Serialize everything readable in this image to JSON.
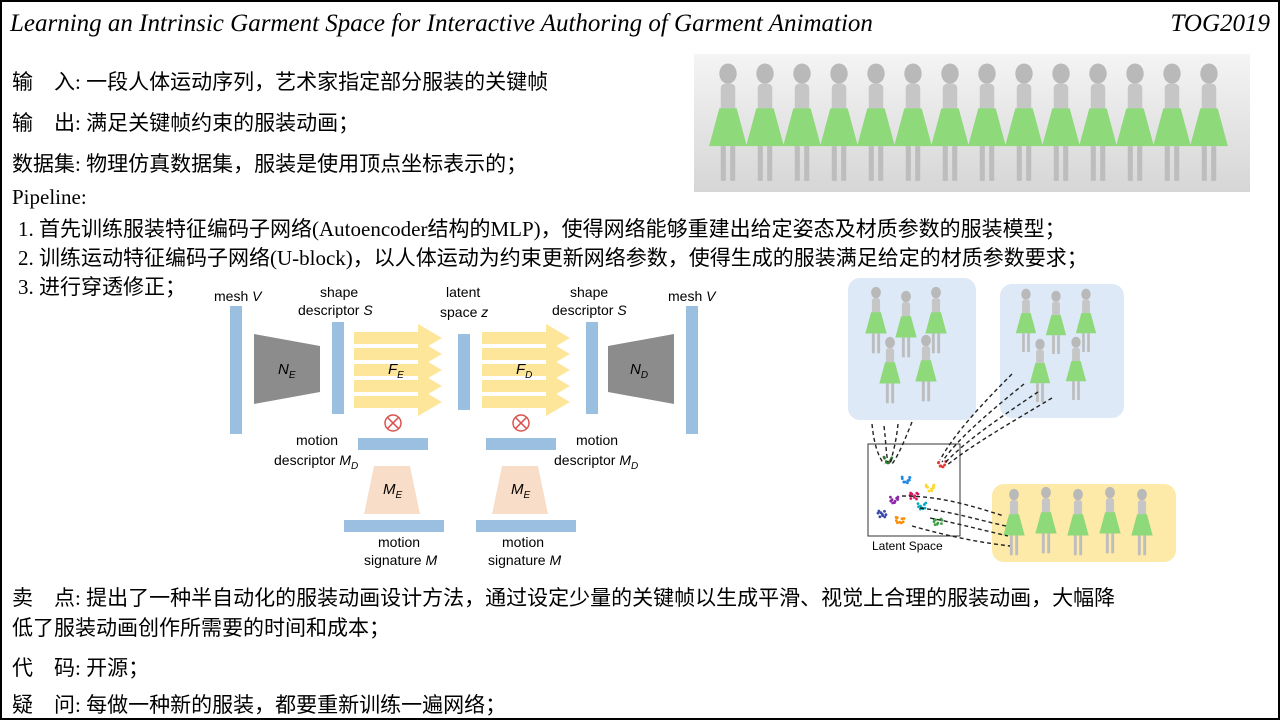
{
  "header": {
    "title": "Learning an Intrinsic Garment Space for Interactive Authoring of Garment Animation",
    "venue": "TOG2019"
  },
  "info": {
    "input_label": "输　入:",
    "input_text": "一段人体运动序列，艺术家指定部分服装的关键帧",
    "output_label": "输　出:",
    "output_text": "满足关键帧约束的服装动画；",
    "dataset_label": "数据集:",
    "dataset_text": "物理仿真数据集，服装是使用顶点坐标表示的；"
  },
  "pipeline": {
    "heading": "Pipeline:",
    "steps": [
      "1. 首先训练服装特征编码子网络(Autoencoder结构的MLP)，使得网络能够重建出给定姿态及材质参数的服装模型；",
      "2. 训练运动特征编码子网络(U-block)，以人体运动为约束更新网络参数，使得生成的服装满足给定的材质参数要求；",
      "3. 进行穿透修正；"
    ]
  },
  "diagram": {
    "mesh_v": "mesh",
    "mesh_v_sym": "V",
    "shape": "shape",
    "descriptor": "descriptor",
    "s_sym": "S",
    "latent": "latent",
    "space": "space",
    "z_sym": "z",
    "ne": "N",
    "ne_sub": "E",
    "nd": "N",
    "nd_sub": "D",
    "fe": "F",
    "fe_sub": "E",
    "fd": "F",
    "fd_sub": "D",
    "me": "M",
    "me_sub": "E",
    "motion": "motion",
    "md_sym": "M",
    "md_sub": "D",
    "signature": "signature",
    "m_sym": "M",
    "latent_space_label": "Latent Space"
  },
  "highlights": {
    "sell_label": "卖　点:",
    "sell_text_1": "提出了一种半自动化的服装动画设计方法，通过设定少量的关键帧以生成平滑、视觉上合理的服装动画，大幅降",
    "sell_text_2": "低了服装动画创作所需要的时间和成本；",
    "code_label": "代　码:",
    "code_text": "开源；",
    "question_label": "疑　问:",
    "question_text": "每做一种新的服装，都要重新训练一遍网络；"
  },
  "colors": {
    "bar_blue": "#9bbfe0",
    "arrow_yellow": "#fde59a",
    "encoder_gray": "#8c8c8c",
    "motion_peach": "#f8ddc8",
    "cluster_panel": "#dde9f6",
    "output_panel": "#fde9a8",
    "garment_green": "#8ed97a",
    "otimes_red": "#d9534f"
  }
}
